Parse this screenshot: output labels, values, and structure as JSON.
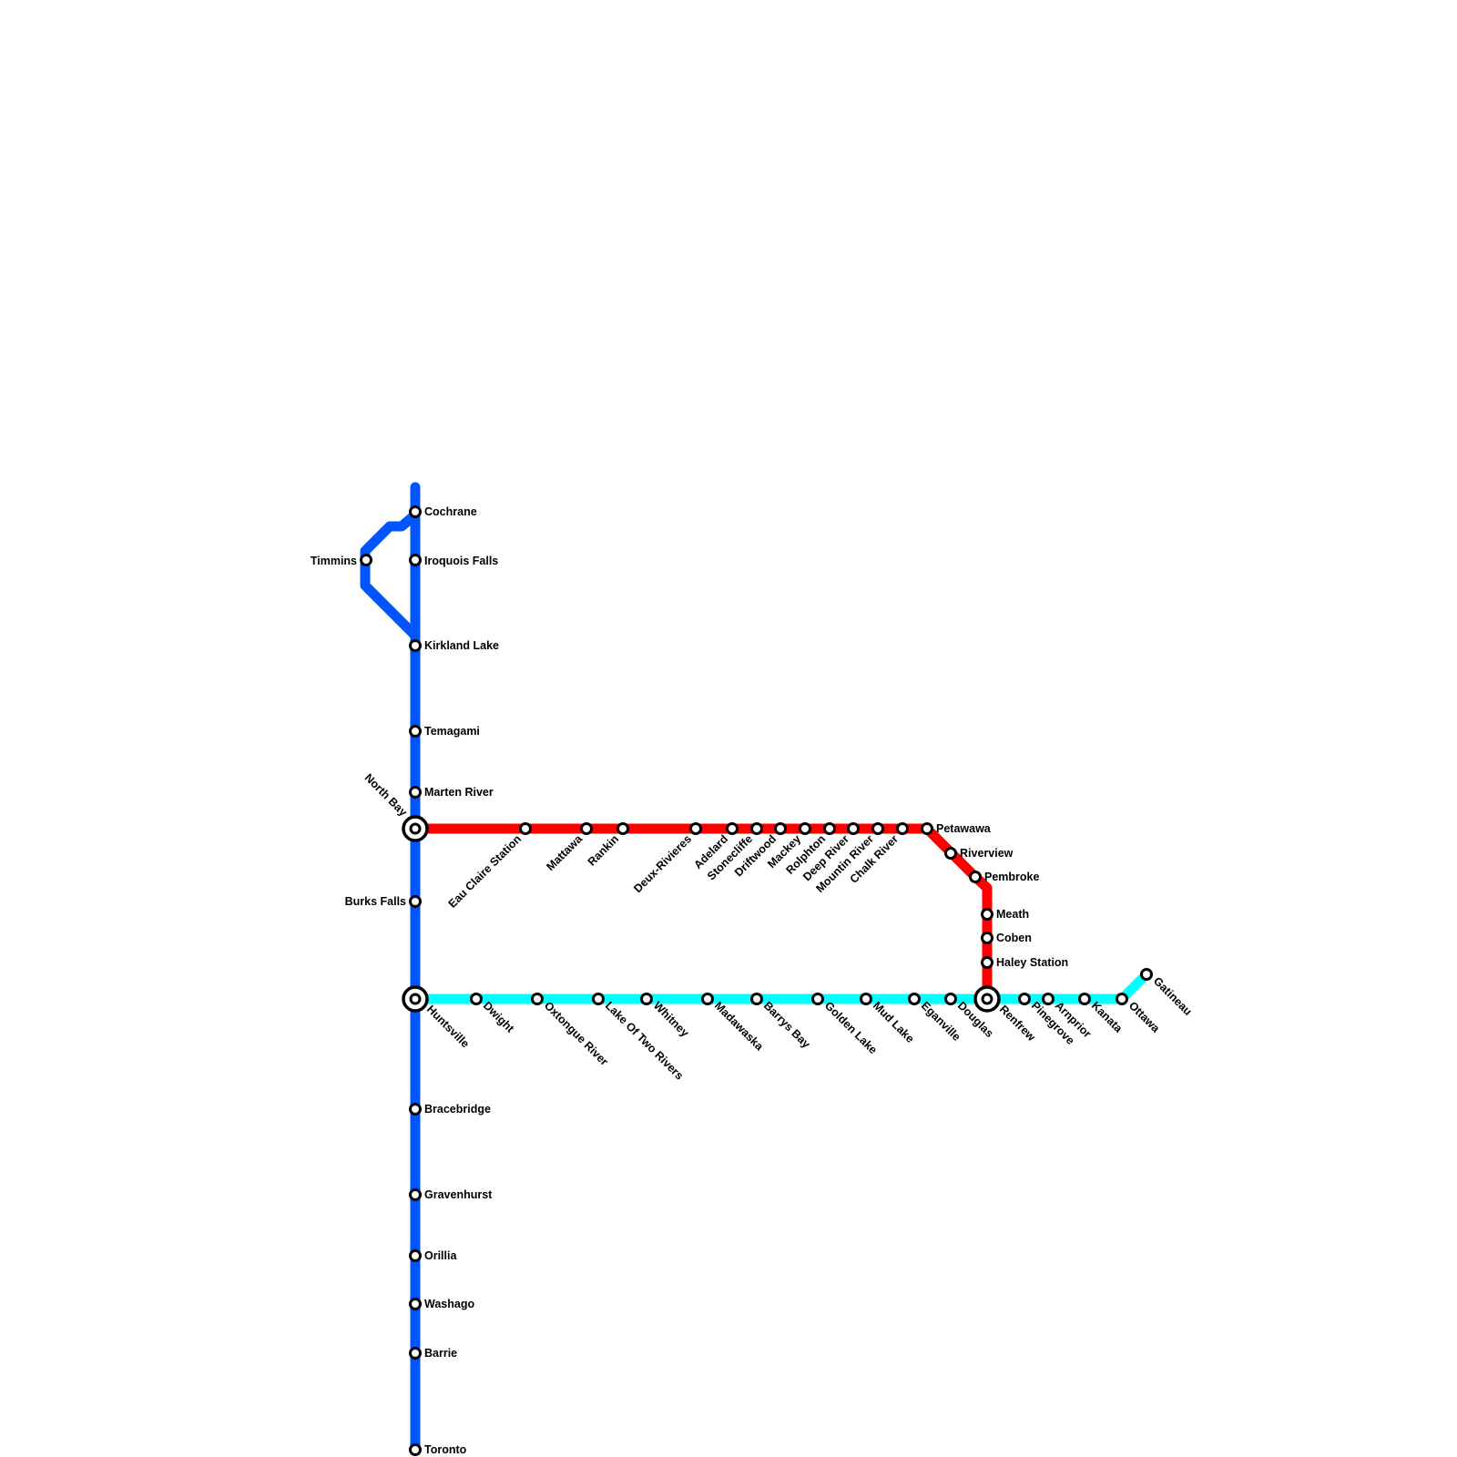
{
  "colors": {
    "blue_line": "#0055ff",
    "red_line": "#ff0000",
    "cyan_line": "#00ffff",
    "station_fill": "#ffffff",
    "station_stroke": "#000000",
    "background": "#ffffff"
  },
  "lines": [
    {
      "id": "blue",
      "color": "#0055ff"
    },
    {
      "id": "red",
      "color": "#ff0000"
    },
    {
      "id": "cyan",
      "color": "#00ffff"
    }
  ],
  "stations": {
    "cochrane": "Cochrane",
    "timmins": "Timmins",
    "iroquois_falls": "Iroquois Falls",
    "kirkland_lake": "Kirkland Lake",
    "temagami": "Temagami",
    "marten_river": "Marten River",
    "north_bay": "North Bay",
    "burks_falls": "Burks Falls",
    "huntsville": "Huntsville",
    "bracebridge": "Bracebridge",
    "gravenhurst": "Gravenhurst",
    "orillia": "Orillia",
    "washago": "Washago",
    "barrie": "Barrie",
    "toronto": "Toronto",
    "eau_claire_station": "Eau Claire Station",
    "mattawa": "Mattawa",
    "rankin": "Rankin",
    "deux_rivieres": "Deux-Rivieres",
    "adelard": "Adelard",
    "stonecliffe": "Stonecliffe",
    "driftwood": "Driftwood",
    "mackey": "Mackey",
    "rolphton": "Rolphton",
    "deep_river": "Deep River",
    "mountin_river": "Mountin River",
    "chalk_river": "Chalk River",
    "petawawa": "Petawawa",
    "riverview": "Riverview",
    "pembroke": "Pembroke",
    "meath": "Meath",
    "coben": "Coben",
    "haley_station": "Haley Station",
    "renfrew": "Renfrew",
    "dwight": "Dwight",
    "oxtongue_river": "Oxtongue River",
    "lake_of_two_rivers": "Lake Of Two Rivers",
    "whitney": "Whitney",
    "madawaska": "Madawaska",
    "barrys_bay": "Barrys Bay",
    "golden_lake": "Golden Lake",
    "mud_lake": "Mud Lake",
    "eganville": "Eganville",
    "douglas": "Douglas",
    "pinegrove": "Pinegrove",
    "arnprior": "Arnprior",
    "kanata": "Kanata",
    "ottawa": "Ottawa",
    "gatineau": "Gatineau"
  }
}
